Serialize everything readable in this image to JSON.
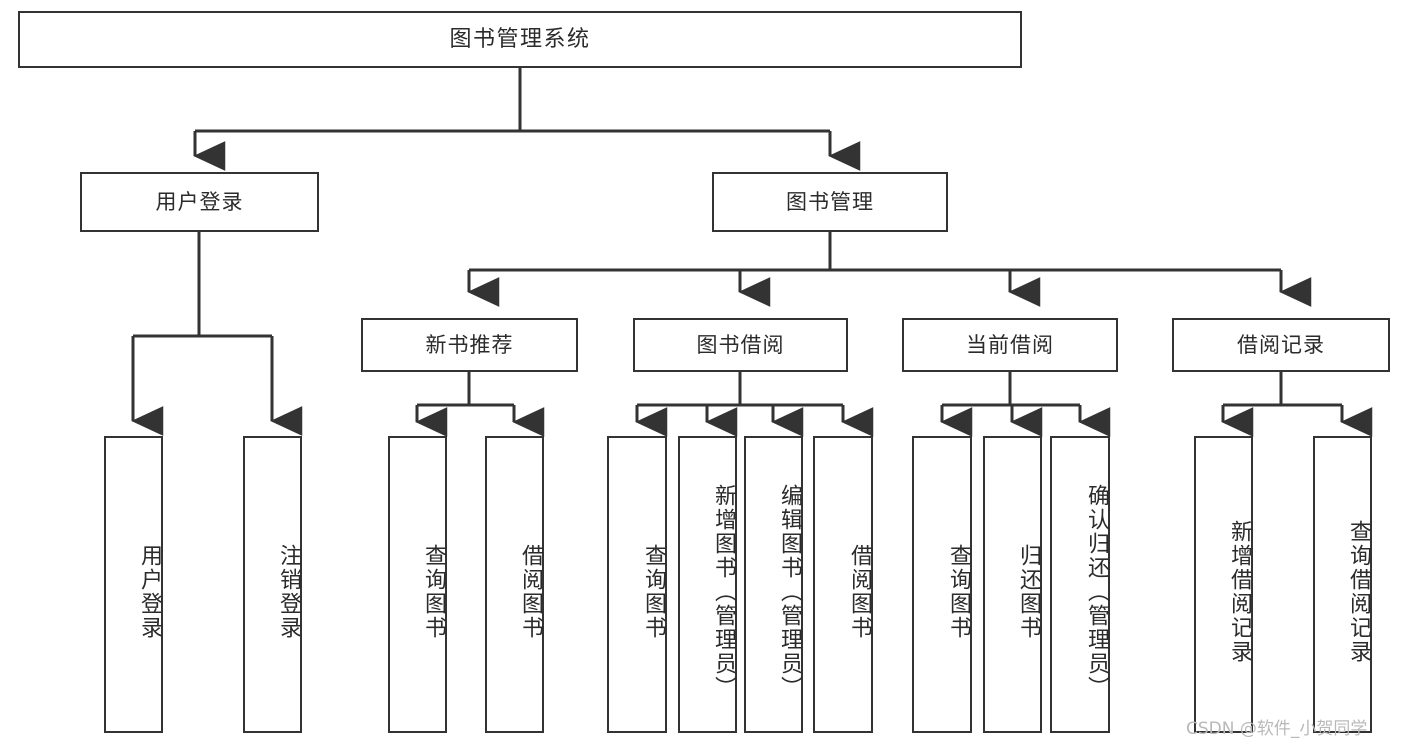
{
  "diagram": {
    "type": "tree",
    "title": "图书管理系统",
    "orientation": "top-down",
    "line_color": "#333333",
    "box_border_color": "#333333",
    "box_fill_color": "#ffffff",
    "text_color": "#2b2b2b",
    "nodes": {
      "root": "图书管理系统",
      "level2": [
        "用户登录",
        "图书管理"
      ],
      "level3": [
        "新书推荐",
        "图书借阅",
        "当前借阅",
        "借阅记录"
      ],
      "leaves": {
        "user_login": [
          "用户登录",
          "注销登录"
        ],
        "new_book": [
          "查询图书",
          "借阅图书"
        ],
        "book_borrow": [
          "查询图书",
          "新增图书（管理员）",
          "编辑图书（管理员）",
          "借阅图书"
        ],
        "current_borrow": [
          "查询图书",
          "归还图书",
          "确认归还（管理员）"
        ],
        "borrow_record": [
          "新增借阅记录",
          "查询借阅记录"
        ]
      }
    }
  },
  "watermark": {
    "text": "CSDN @软件_小贺同学"
  }
}
